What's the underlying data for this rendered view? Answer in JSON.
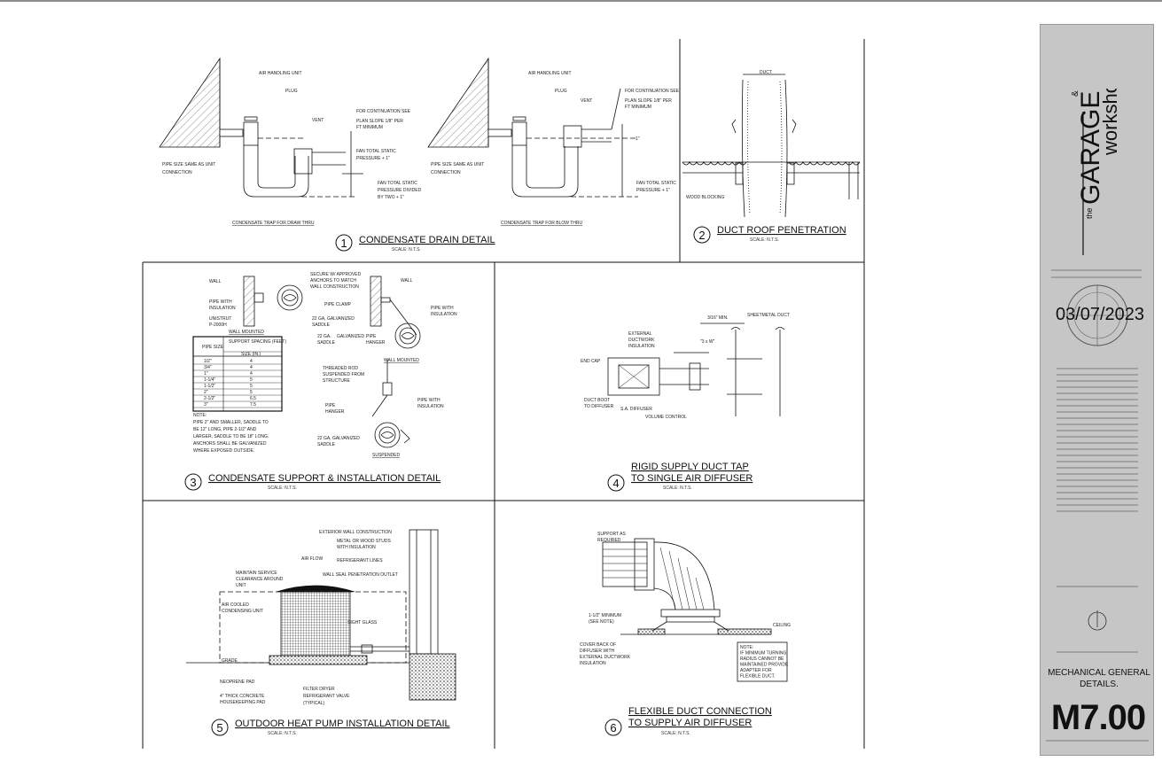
{
  "details": [
    {
      "number": "1",
      "title": "CONDENSATE DRAIN DETAIL",
      "scale": "SCALE: N.T.S."
    },
    {
      "number": "2",
      "title": "DUCT ROOF PENETRATION",
      "scale": "SCALE: N.T.S."
    },
    {
      "number": "3",
      "title": "CONDENSATE SUPPORT & INSTALLATION DETAIL",
      "scale": "SCALE: N.T.S."
    },
    {
      "number": "4",
      "title_line1": "RIGID SUPPLY DUCT TAP",
      "title_line2": "TO SINGLE AIR DIFFUSER",
      "scale": "SCALE: N.T.S."
    },
    {
      "number": "5",
      "title": "OUTDOOR HEAT PUMP INSTALLATION DETAIL",
      "scale": "SCALE: N.T.S."
    },
    {
      "number": "6",
      "title_line1": "FLEXIBLE DUCT CONNECTION",
      "title_line2": "TO SUPPLY AIR DIFFUSER",
      "scale": "SCALE: N.T.S."
    }
  ],
  "detail1": {
    "left": {
      "air_handling": "AIR HANDLING UNIT",
      "plug": "PLUG",
      "vent": "VENT",
      "cont1": "FOR CONTINUATION SEE",
      "cont2": "PLAN SLOPE 1/8\" PER",
      "cont3": "FT MINIMUM",
      "pipe1": "PIPE SIZE SAME AS UNIT",
      "pipe2": "CONNECTION",
      "fan1": "FAN TOTAL STATIC",
      "fan2": "PRESSURE + 1\"",
      "fan3": "FAN TOTAL STATIC",
      "fan4": "PRESSURE DIVIDED",
      "fan5": "BY TWO + 1\"",
      "caption": "CONDENSATE TRAP FOR DRAW THRU"
    },
    "right": {
      "air_handling": "AIR HANDLING UNIT",
      "plug": "PLUG",
      "vent": "VENT",
      "cont1": "FOR CONTINUATION SEE",
      "cont2": "PLAN SLOPE 1/8\" PER",
      "cont3": "FT MINIMUM",
      "one": "1\"",
      "pipe1": "PIPE SIZE SAME AS UNIT",
      "pipe2": "CONNECTION",
      "fan1": "FAN TOTAL STATIC",
      "fan2": "PRESSURE + 1\"",
      "caption": "CONDENSATE TRAP FOR BLOW THRU"
    }
  },
  "detail2": {
    "duct": "DUCT",
    "wood_blocking": "WOOD BLOCKING"
  },
  "detail3": {
    "wall": "WALL",
    "secure1": "SECURE W/ APPROVED",
    "secure2": "ANCHORS TO MATCH",
    "secure3": "WALL CONSTRUCTION",
    "pipe_clamp": "PIPE CLAMP",
    "pipe_ins1": "PIPE WITH",
    "pipe_ins2": "INSULATION",
    "unistrut1": "UNISTRUT",
    "unistrut2": "P-2000H",
    "ga1": "22 GA, GALVANIZED",
    "ga2": "SADDLE",
    "wall_mounted": "WALL MOUNTED",
    "wall2": "WALL",
    "pipe_ins3": "PIPE WITH",
    "pipe_ins4": "INSULATION",
    "galv1": "22 GA.",
    "galv2": "GALVANIZED",
    "galv3": "SADDLE",
    "pipe_hanger1": "PIPE",
    "pipe_hanger2": "HANGER",
    "wall_mounted2": "WALL MOUNTED",
    "rod1": "THREADED ROD",
    "rod2": "SUSPENDED FROM",
    "rod3": "STRUCTURE",
    "hanger1": "PIPE",
    "hanger2": "HANGER",
    "pipe_ins5": "PIPE WITH",
    "pipe_ins6": "INSULATION",
    "ga3": "22 GA, GALVANIZED",
    "ga4": "SADDLE",
    "suspended": "SUSPENDED",
    "table": {
      "col1": "PIPE SIZE",
      "col2": "SUPPORT SPACING (FEET)",
      "col2b": "SIZE (IN.)",
      "rows": [
        [
          "1/2\"",
          "4"
        ],
        [
          "3/4\"",
          "4"
        ],
        [
          "1\"",
          "4"
        ],
        [
          "1-1/4\"",
          "5"
        ],
        [
          "1-1/2\"",
          "5"
        ],
        [
          "2\"",
          "5"
        ],
        [
          "2-1/2\"",
          "6.5"
        ],
        [
          "3\"",
          "7.5"
        ]
      ]
    },
    "note": [
      "NOTE:",
      "PIPE 2\" AND SMALLER, SADDLE TO",
      "BE 12\" LONG, PIPE 2-1/2\" AND",
      "LARGER, SADDLE TO BE 18\" LONG.",
      "ANCHORS SHALL BE GALVANIZED",
      "WHERE EXPOSED OUTSIDE."
    ]
  },
  "detail4": {
    "dim": "3/16\" MIN.",
    "sheetmetal": "SHEETMETAL DUCT",
    "ext1": "EXTERNAL",
    "ext2": "DUCTWORK",
    "ext3": "INSULATION",
    "size": "\"3 x W\"",
    "end_cap": "END CAP",
    "boot1": "DUCT BOOT",
    "boot2": "TO DIFFUSER",
    "diffuser": "S.A. DIFFUSER",
    "volume": "VOLUME CONTROL"
  },
  "detail5": {
    "ext_wall": "EXTERIOR WALL CONSTRUCTION",
    "studs1": "METAL OR WOOD STUDS",
    "studs2": "WITH INSULATION",
    "air_flow": "AIR FLOW",
    "refrig": "REFRIGERANT LINES",
    "maint1": "MAINTAIN SERVICE",
    "maint2": "CLEARANCE AROUND",
    "maint3": "UNIT",
    "seal": "WALL SEAL PENETRATION OUTLET",
    "ac1": "AIR COOLED",
    "ac2": "CONDENSING UNIT",
    "sight": "SIGHT GLASS",
    "grade": "GRADE",
    "neoprene": "NEOPRENE PAD",
    "conc1": "4\" THICK CONCRETE",
    "conc2": "HOUSEKEEPING PAD",
    "filter": "FILTER DRYER",
    "valve": "REFRIGERANT VALVE",
    "typical": "(TYPICAL)"
  },
  "detail6": {
    "support1": "SUPPORT AS",
    "support2": "REQUIRED",
    "min1": "1-1/2\" MINIMUM",
    "min2": "(SEE NOTE)",
    "cover1": "COVER BACK OF",
    "cover2": "DIFFUSER WITH",
    "cover3": "EXTERNAL DUCTWORK",
    "cover4": "INSULATION",
    "ceiling": "CEILING",
    "note": [
      "NOTE:",
      "IF MINIMUM TURNING",
      "RADIUS CANNOT BE",
      "MAINTAINED PROVIDE",
      "ADAPTER FOR",
      "FLEXIBLE DUCT."
    ]
  },
  "titleblock": {
    "brand_the": "the",
    "brand_garage": "GARAGE",
    "brand_amp": "&",
    "brand_workshop": "workshop",
    "date": "03/07/2023",
    "sheet_name": "MECHANICAL GENERAL DETAILS.",
    "sheet_number": "M7.00"
  }
}
